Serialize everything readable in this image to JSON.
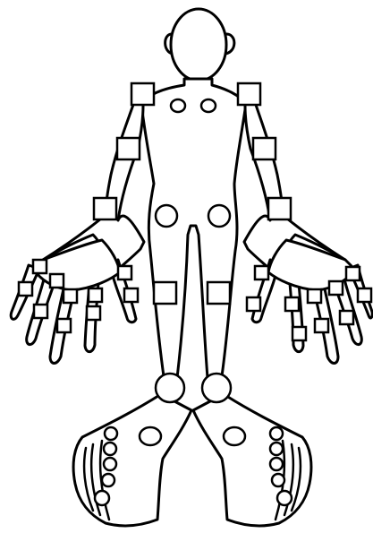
{
  "diagram": {
    "type": "joint-homunculus",
    "body_view": "front",
    "shape_legend": {
      "square-marker": "square",
      "oval-marker": "circle"
    },
    "colors": {
      "outline": "#000000",
      "fill": "#ffffff",
      "background": "#ffffff"
    },
    "joint_groups": {
      "shoulders": 2,
      "elbows": 2,
      "wrists": 2,
      "chest_markers": 2,
      "hips": 2,
      "hand_joints_per_hand": 10,
      "knees": 2,
      "ankles": 2,
      "hindfoot_markers": 2,
      "toe_joints_per_foot": 5
    }
  }
}
